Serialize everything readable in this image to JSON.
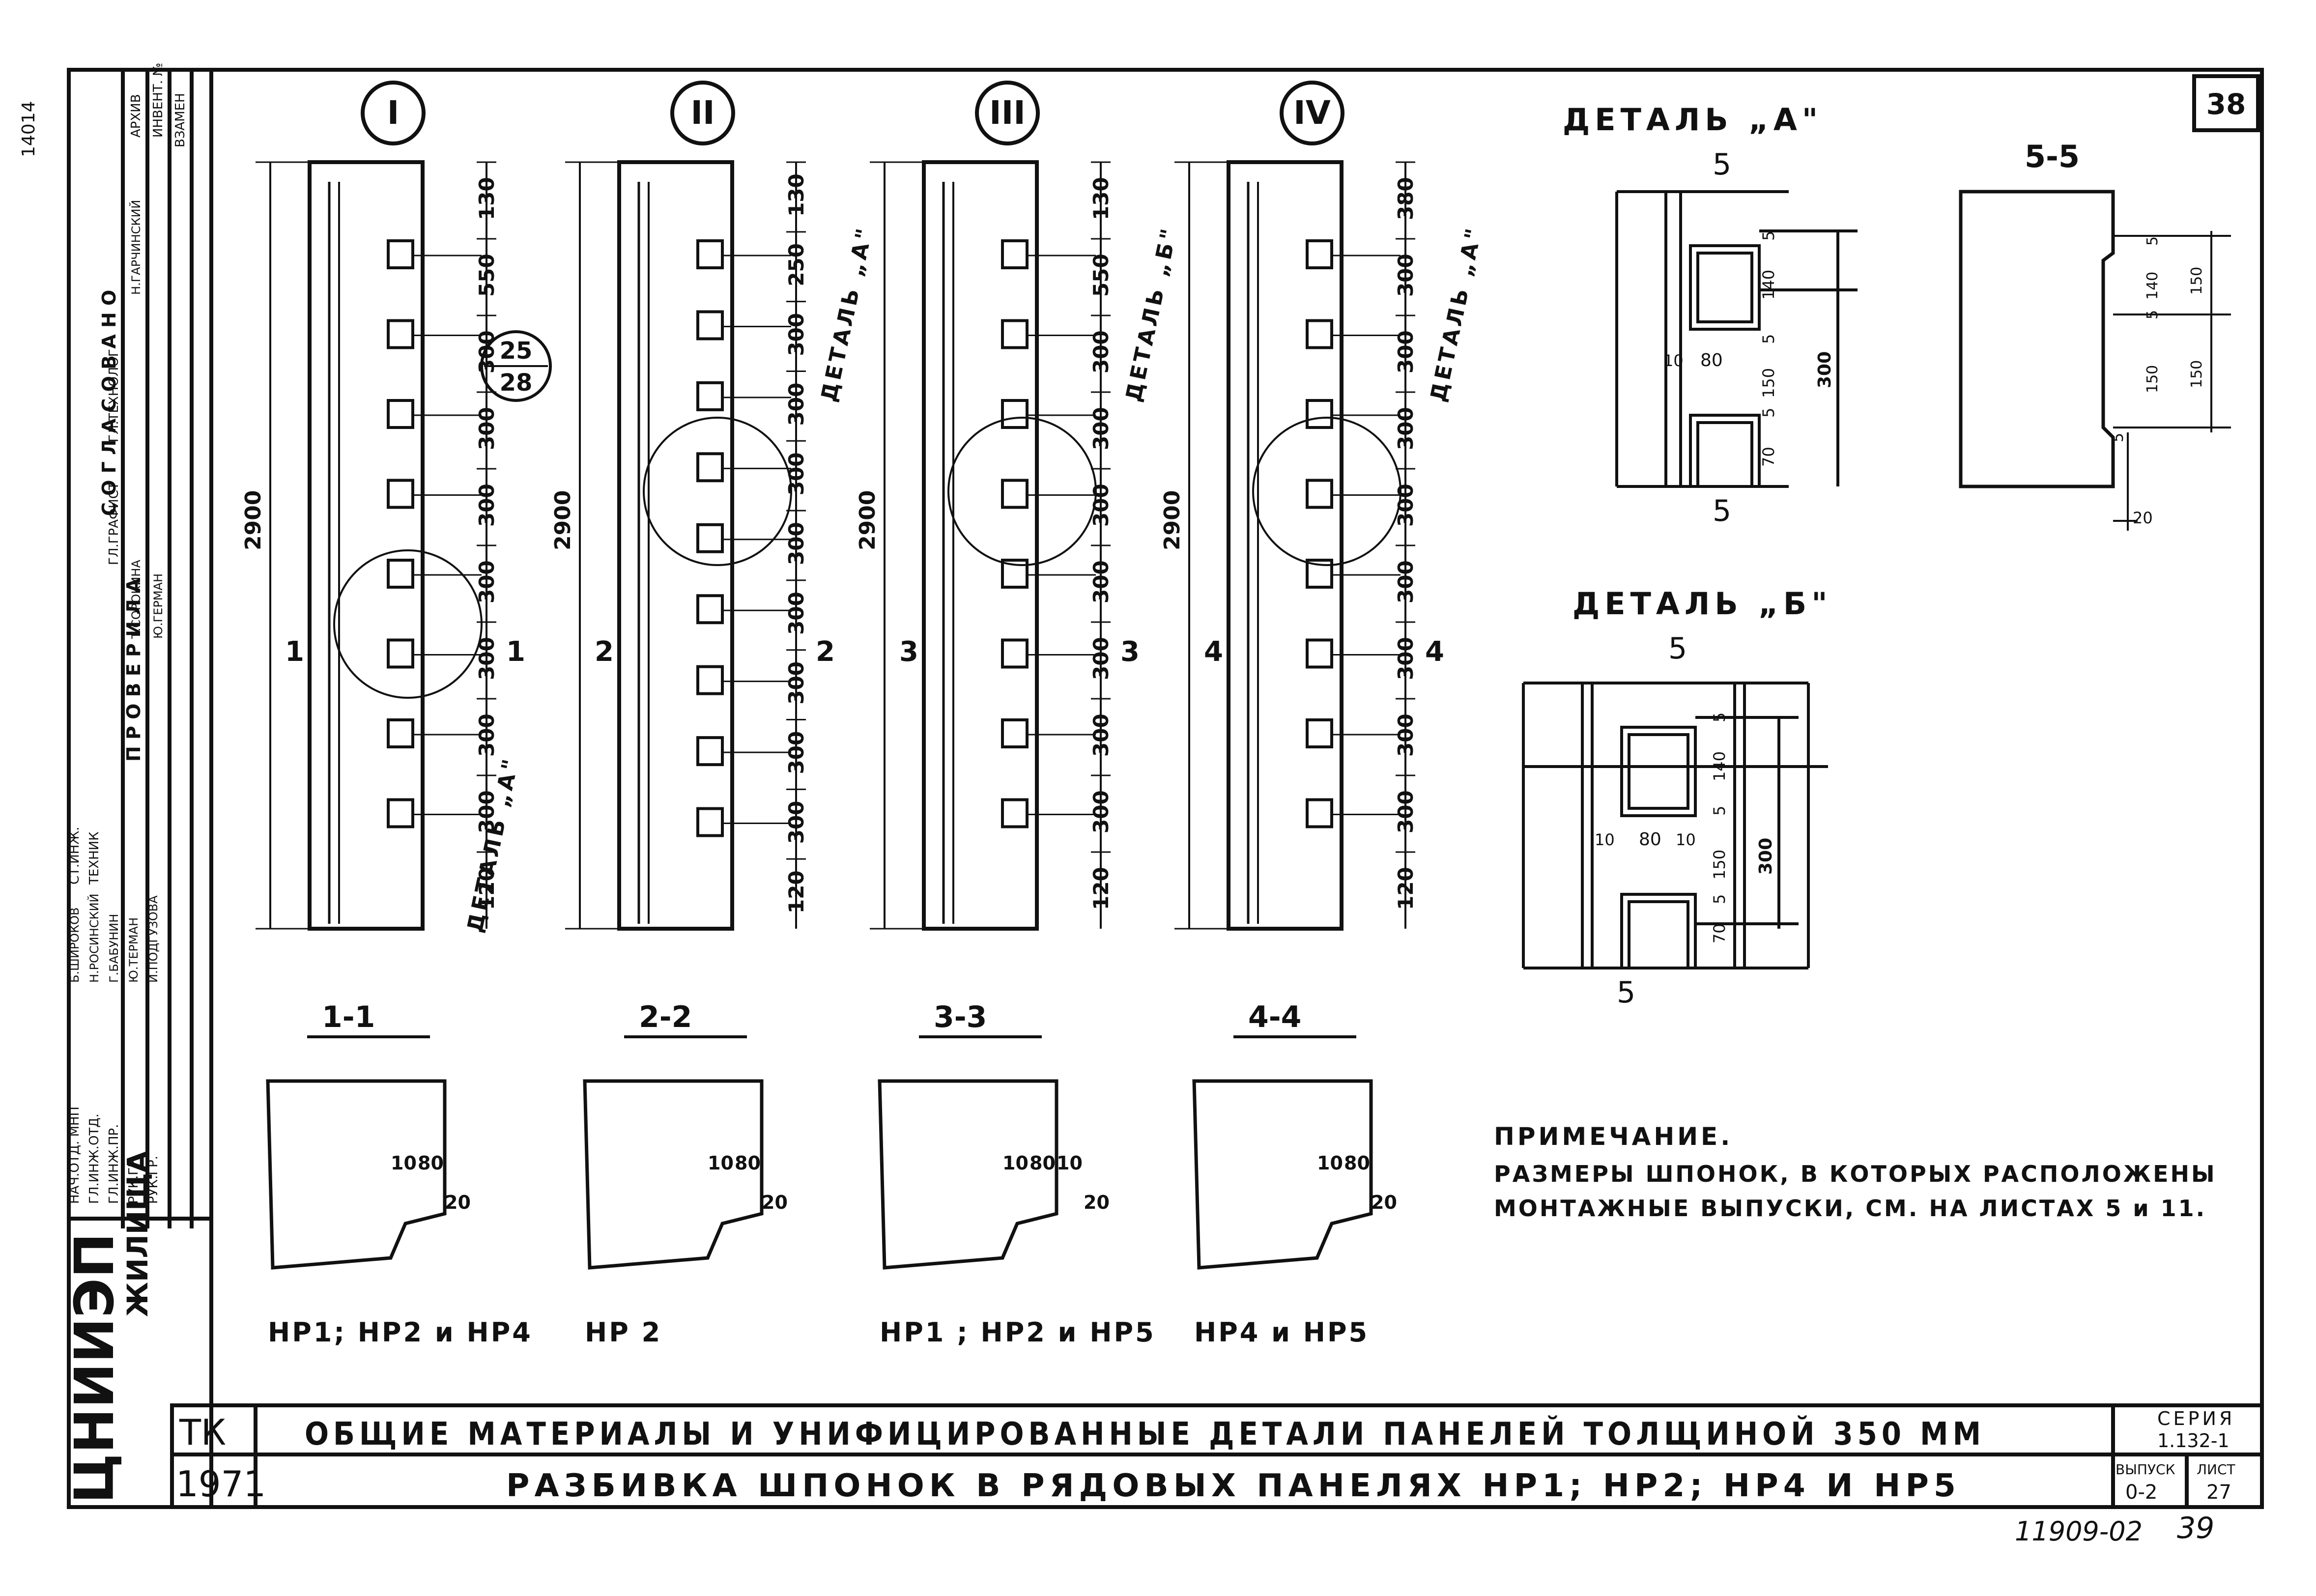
{
  "sheet_number": "38",
  "margin_code": "14014",
  "stamp": {
    "agreed_header": "С О Г Л А С О В А Н О",
    "checked_header": "П Р О В Е Р И Л А",
    "roles": [
      "НАЧ.ОТД. МНП",
      "ГЛ.ИНЖ.ОТД.",
      "ГЛ.ИНЖ.ПР.",
      "РУК.ГР.",
      "РУК.ГР.",
      "СТ.ИНЖ.",
      "ТЕХНИК",
      "ГЛ.ТЕХНОЛОГ",
      "ГЛ.ГРАФИСТ",
      "ИНВЕНТ. №",
      "ВЗАМЕН",
      "АРХИВ"
    ],
    "names": [
      "Б.ШИРОКОВ",
      "Н.РОСИНСКИЙ",
      "Г.БАБУНИН",
      "Ю.ТЕРМАН",
      "И.ПОДГУЗОВА",
      "Т.СОРОКИНА",
      "Ю.ГЕРМАН",
      "Н.ГАРЧИНСКИЙ"
    ],
    "org_prefix": "ЦНИИЭП",
    "org_suffix": "ЖИЛИЩА"
  },
  "panels": [
    {
      "label": "I",
      "section": "1",
      "height": "2900",
      "dims": [
        "130",
        "550",
        "300",
        "300",
        "300",
        "300",
        "300",
        "300",
        "300",
        "120"
      ],
      "callout_top": "25",
      "callout_bottom": "28",
      "detail_label": "ДЕТАЛЬ „А\""
    },
    {
      "label": "II",
      "section": "2",
      "height": "2900",
      "dims": [
        "130",
        "250",
        "300",
        "300",
        "300",
        "300",
        "300",
        "300",
        "300",
        "300",
        "120"
      ],
      "detail_label": "ДЕТАЛЬ „А\""
    },
    {
      "label": "III",
      "section": "3",
      "height": "2900",
      "dims": [
        "130",
        "550",
        "300",
        "300",
        "300",
        "300",
        "300",
        "300",
        "300",
        "120"
      ],
      "detail_label": "ДЕТАЛЬ „Б\""
    },
    {
      "label": "IV",
      "section": "4",
      "height": "2900",
      "dims": [
        "380",
        "300",
        "300",
        "300",
        "300",
        "300",
        "300",
        "300",
        "300",
        "120"
      ],
      "detail_label": "ДЕТАЛЬ „А\""
    }
  ],
  "sections": [
    {
      "title": "1-1",
      "caption": "НР1; НР2 и НР4",
      "dims": [
        "10",
        "80",
        "20"
      ]
    },
    {
      "title": "2-2",
      "caption": "НР 2",
      "dims": [
        "10",
        "80",
        "20"
      ]
    },
    {
      "title": "3-3",
      "caption": "НР1 ; НР2 и НР5",
      "dims": [
        "10",
        "80",
        "10",
        "20"
      ]
    },
    {
      "title": "4-4",
      "caption": "НР4 и НР5",
      "dims": [
        "10",
        "80",
        "20"
      ]
    }
  ],
  "detail_a": {
    "title": "ДЕТАЛЬ „А\"",
    "cut": "5",
    "dims_left": [
      "10",
      "80"
    ],
    "dims_right": [
      "5",
      "140",
      "5",
      "150",
      "5",
      "70"
    ],
    "total": "300"
  },
  "section_55": {
    "title": "5-5",
    "dims": [
      "5",
      "140",
      "150",
      "5",
      "150",
      "150",
      "5"
    ],
    "bottom": "20"
  },
  "detail_b": {
    "title": "ДЕТАЛЬ „Б\"",
    "cut": "5",
    "dims_bottom": [
      "10",
      "80",
      "10"
    ],
    "dims_right": [
      "5",
      "140",
      "5",
      "150",
      "5",
      "70"
    ],
    "total": "300"
  },
  "note": {
    "title": "ПРИМЕЧАНИЕ.",
    "line1": "РАЗМЕРЫ ШПОНОК, В КОТОРЫХ РАСПОЛОЖЕНЫ",
    "line2": "МОНТАЖНЫЕ ВЫПУСКИ, СМ. НА ЛИСТАХ 5 и 11."
  },
  "title_block": {
    "tk": "ТК",
    "year": "1971",
    "title1": "ОБЩИЕ МАТЕРИАЛЫ И УНИФИЦИРОВАННЫЕ ДЕТАЛИ ПАНЕЛЕЙ ТОЛЩИНОЙ 350 ММ",
    "title2": "РАЗБИВКА ШПОНОК В РЯДОВЫХ ПАНЕЛЯХ НР1; НР2; НР4 И НР5",
    "series_label": "СЕРИЯ",
    "series_value": "1.132-1",
    "issue_label": "ВЫПУСК",
    "issue_value": "0-2",
    "sheet_label": "ЛИСТ",
    "sheet_value": "27"
  },
  "footer_code": "11909-02",
  "footer_page": "39"
}
